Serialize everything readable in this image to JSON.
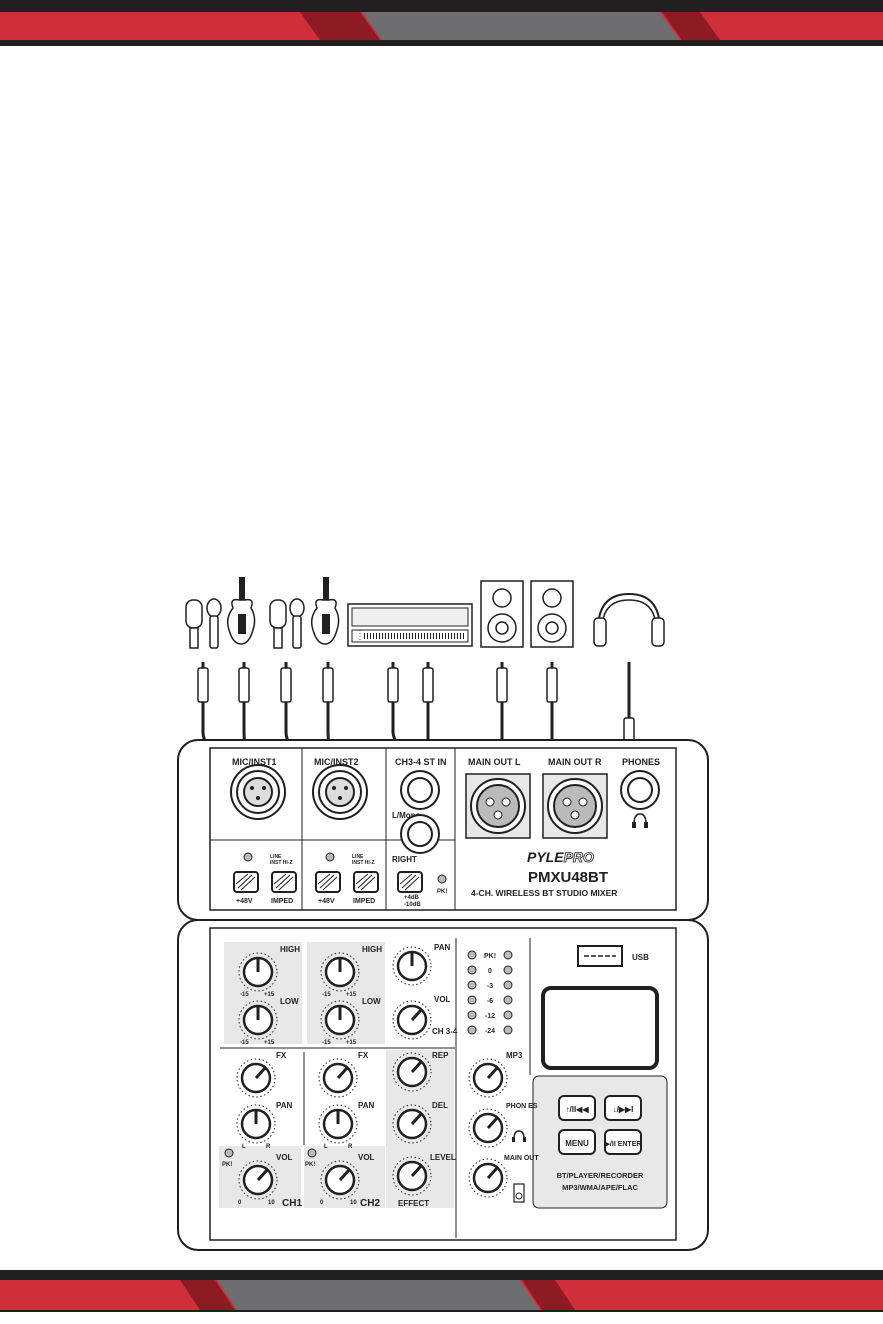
{
  "colors": {
    "accent_red": "#cf2e3a",
    "dark_red": "#8e1b24",
    "band_gray": "#6e6e70",
    "band_dark": "#231f20",
    "panel_gray": "#e8e8e8",
    "ink": "#231f20"
  },
  "devices": [
    {
      "name": "condenser-mic-icon"
    },
    {
      "name": "dynamic-mic-icon"
    },
    {
      "name": "electric-guitar-icon"
    },
    {
      "name": "condenser-mic-icon"
    },
    {
      "name": "dynamic-mic-icon"
    },
    {
      "name": "electric-guitar-icon"
    },
    {
      "name": "keyboard-icon"
    },
    {
      "name": "speaker-icon"
    },
    {
      "name": "speaker-icon"
    },
    {
      "name": "headphones-icon"
    }
  ],
  "top_panel": {
    "mic_inst_1": "MIC/INST1",
    "mic_inst_2": "MIC/INST2",
    "ch34_st_in": "CH3-4 ST IN",
    "l_mono": "L/Mono",
    "right": "RIGHT",
    "plus4db": "+4dB",
    "minus10db": "-10dB",
    "pk": "PK!",
    "main_out_l": "MAIN OUT L",
    "main_out_r": "MAIN OUT R",
    "phones": "PHONES",
    "line": "LINE",
    "inst_hiz": "INST HI-Z",
    "phantom": "+48V",
    "imped": "IMPED",
    "brand_main": "PYLE",
    "brand_pro": "PRO",
    "model": "PMXU48BT",
    "subtitle": "4-CH. WIRELESS BT STUDIO MIXER"
  },
  "front_panel": {
    "high": "HIGH",
    "low": "LOW",
    "fx": "FX",
    "pan": "PAN",
    "vol": "VOL",
    "pk": "PK!",
    "ch1": "CH1",
    "ch2": "CH2",
    "ch34": "CH 3-4",
    "rep": "REP",
    "del": "DEL",
    "level": "LEVEL",
    "effect": "EFFECT",
    "mp3": "MP3",
    "phones": "PHON ES",
    "main_out": "MAIN OUT",
    "usb": "USB",
    "eq_min": "-15",
    "eq_max": "+15",
    "knob_min": "0",
    "knob_max": "10",
    "pan_l": "L",
    "pan_r": "R",
    "meter_labels": [
      "PK!",
      "0",
      "-3",
      "-6",
      "-12",
      "-24"
    ],
    "buttons": [
      {
        "label": "↑/II◀◀"
      },
      {
        "label": "↓/▶▶I"
      },
      {
        "label": "MENU"
      },
      {
        "label": "▶/II ENTER"
      }
    ],
    "player_line1": "BT/PLAYER/RECORDER",
    "player_line2": "MP3/WMA/APE/FLAC"
  }
}
